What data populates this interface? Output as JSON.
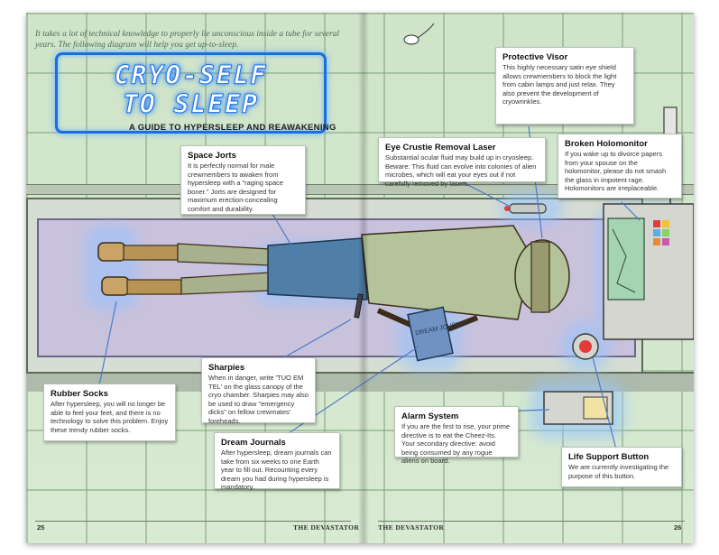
{
  "intro": {
    "text": "It takes a lot of technical knowledge to properly lie unconscious inside a tube for several years. The following diagram will help you get up-to-sleep."
  },
  "logo": {
    "line1": "CRYO-SELF",
    "line2": "TO SLEEP"
  },
  "subtitle": "A GUIDE TO HYPERSLEEP AND REAWAKENING",
  "callouts": {
    "space_jorts": {
      "title": "Space Jorts",
      "body": "It is perfectly normal for male crewmembers to awaken from hypersleep with a \"raging space boner.\" Jorts are designed for maximum erection-concealing comfort and durability."
    },
    "eye_crustie": {
      "title": "Eye Crustie Removal Laser",
      "body": "Substantial ocular fluid may build up in cryosleep. Beware: This fluid can evolve into colonies of alien microbes, which will eat your eyes out if not carefully removed by lasers."
    },
    "protective_visor": {
      "title": "Protective Visor",
      "body": "This highly necessary satin eye shield allows crewmembers to block the light from cabin lamps and just relax. They also prevent the development of cryowrinkles."
    },
    "broken_holomonitor": {
      "title": "Broken Holomonitor",
      "body": "If you wake up to divorce papers from your spouse on the holomonitor, please do not smash the glass in impotent rage. Holomonitors are irreplaceable."
    },
    "sharpies": {
      "title": "Sharpies",
      "body": "When in danger, write 'TUO EM TEL' on the glass canopy of the cryo chamber. Sharpies may also be used to draw \"emergency dicks\" on fellow crewmates' foreheads."
    },
    "rubber_socks": {
      "title": "Rubber Socks",
      "body": "After hypersleep, you will no longer be able to feel your feet, and there is no technology to solve this problem. Enjoy these trendy rubber socks."
    },
    "alarm_system": {
      "title": "Alarm System",
      "body": "If you are the first to rise, your prime directive is to eat the Cheez-Its. Your secondary directive: avoid being consumed by any rogue aliens on board."
    },
    "dream_journals": {
      "title": "Dream Journals",
      "body": "After hypersleep, dream journals can take from six weeks to one Earth year to fill out. Recounting every dream you had during hypersleep is mandatory."
    },
    "life_support": {
      "title": "Life Support Button",
      "body": "We are currently investigating the purpose of this button."
    }
  },
  "journal_label": "DREAM JOURNAL",
  "footer": {
    "left_page": "25",
    "left_brand": "THE DEVASTATOR",
    "right_brand": "THE DEVASTATOR",
    "right_page": "26"
  },
  "colors": {
    "page_bg": "#d3e7cd",
    "logo_blue": "#1a6fe0",
    "bed_purple": "#c9c2dc",
    "glow": "#96c3ff"
  },
  "icons": [
    "mouse-icon",
    "power-outlet-icon",
    "eye-laser-icon",
    "holomonitor-icon",
    "life-support-button-icon",
    "alarm-keypad-icon"
  ]
}
